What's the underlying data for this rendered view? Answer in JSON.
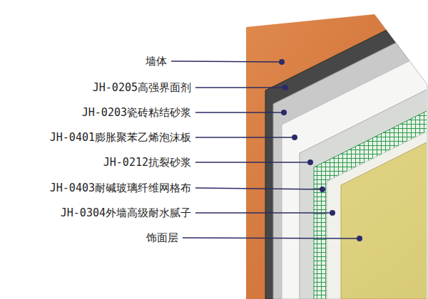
{
  "diagram": {
    "labels": [
      "墙体",
      "JH-0205高强界面剂",
      "JH-0203瓷砖粘结砂浆",
      "JH-0401膨胀聚苯乙烯泡沫板",
      "JH-0212抗裂砂浆",
      "JH-0403耐碱玻璃纤维网格布",
      "JH-0304外墙高级耐水腻子",
      "饰面层"
    ]
  }
}
